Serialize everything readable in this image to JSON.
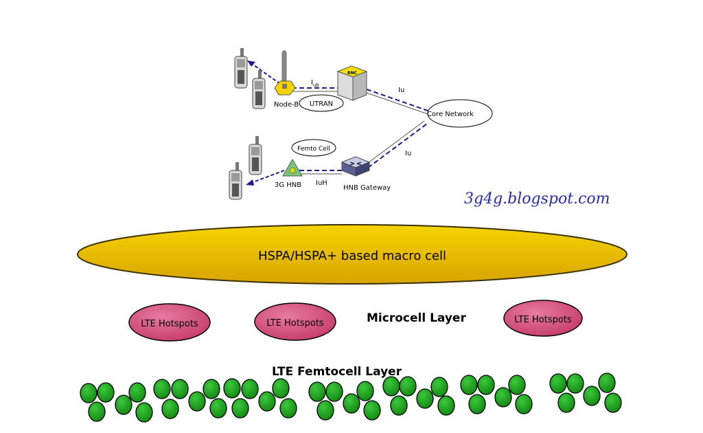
{
  "network": {
    "node_b": "Node-B",
    "utran": "UTRAN",
    "iub": "I",
    "iub_sub": "ub",
    "rnc": "RNC",
    "iu_top": "Iu",
    "core_network": "Core Network",
    "femto_cell": "Femto Cell",
    "hnb_3g": "3G HNB",
    "iuh": "IuH",
    "hnb_gateway": "HNB Gateway",
    "iu_bottom": "Iu"
  },
  "watermark": "3g4g.blogspot.com",
  "macro_cell": "HSPA/HSPA+ based macro cell",
  "microcell_layer": "Microcell Layer",
  "hotspots": [
    "LTE Hotspots",
    "LTE Hotspots",
    "LTE Hotspots"
  ],
  "femtocell_layer": "LTE Femtocell Layer",
  "colors": {
    "macro_fill": "#f0c000",
    "hotspot_fill": "#d4507a",
    "femto_fill": "#1faa1f",
    "link_dash": "#1a1a8c",
    "watermark": "#2a2ab0"
  }
}
